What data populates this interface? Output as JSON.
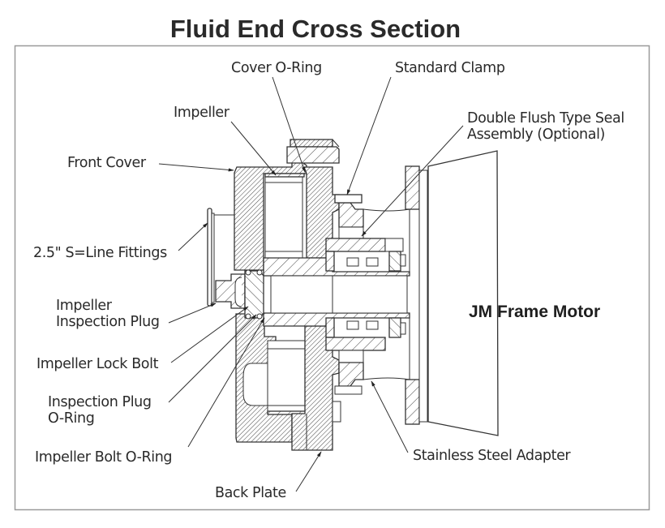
{
  "title": "Fluid End Cross Section",
  "motor_label": "JM Frame Motor",
  "labels": {
    "cover_o_ring": "Cover O-Ring",
    "standard_clamp": "Standard Clamp",
    "impeller": "Impeller",
    "double_flush_line1": "Double Flush Type Seal",
    "double_flush_line2": "Assembly (Optional)",
    "front_cover": "Front Cover",
    "line_fittings": "2.5\" S=Line Fittings",
    "impeller_inspection_plug_line1": "Impeller",
    "impeller_inspection_plug_line2": "Inspection Plug",
    "impeller_lock_bolt": "Impeller Lock Bolt",
    "inspection_plug_o_ring_line1": "Inspection Plug",
    "inspection_plug_o_ring_line2": "O-Ring",
    "impeller_bolt_o_ring": "Impeller Bolt O-Ring",
    "stainless_steel_adapter": "Stainless Steel Adapter",
    "back_plate": "Back Plate"
  },
  "colors": {
    "line": "#333333",
    "text": "#2a2a2a",
    "frame": "#9a9a9a"
  }
}
